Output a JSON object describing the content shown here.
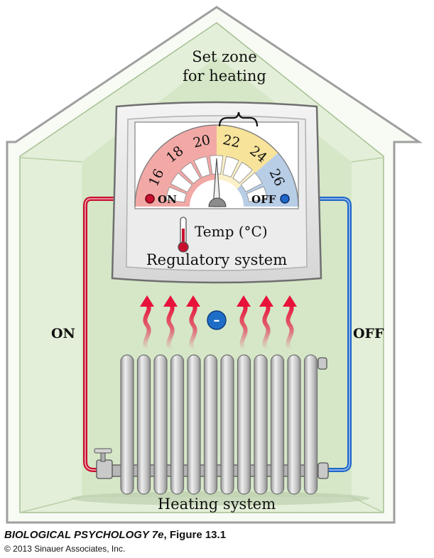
{
  "labels": {
    "set_zone_line1": "Set zone",
    "set_zone_line2": "for heating",
    "on_dial": "ON",
    "off_dial": "OFF",
    "temp": "Temp (°C)",
    "regulatory": "Regulatory system",
    "on_side": "ON",
    "off_side": "OFF",
    "minus": "–",
    "heating": "Heating system"
  },
  "dial": {
    "ticks": [
      "16",
      "18",
      "20",
      "22",
      "24",
      "26"
    ],
    "needle_value": 21
  },
  "colors": {
    "house_fill": "#e3efd8",
    "house_inner": "#cfe4c0",
    "dial_red": "#f2a9a6",
    "dial_yellow": "#f7e39a",
    "dial_blue": "#b8cde6",
    "wire_red": "#c8102e",
    "wire_blue": "#1f66c8",
    "arrow_red": "#e8123a",
    "minus_blue": "#1e6ec8",
    "radiator": "#bdbdbd"
  },
  "caption": {
    "title_italic": "BIOLOGICAL PSYCHOLOGY 7e",
    "title_rest": ", Figure 13.1",
    "copyright": "© 2013 Sinauer Associates, Inc."
  }
}
